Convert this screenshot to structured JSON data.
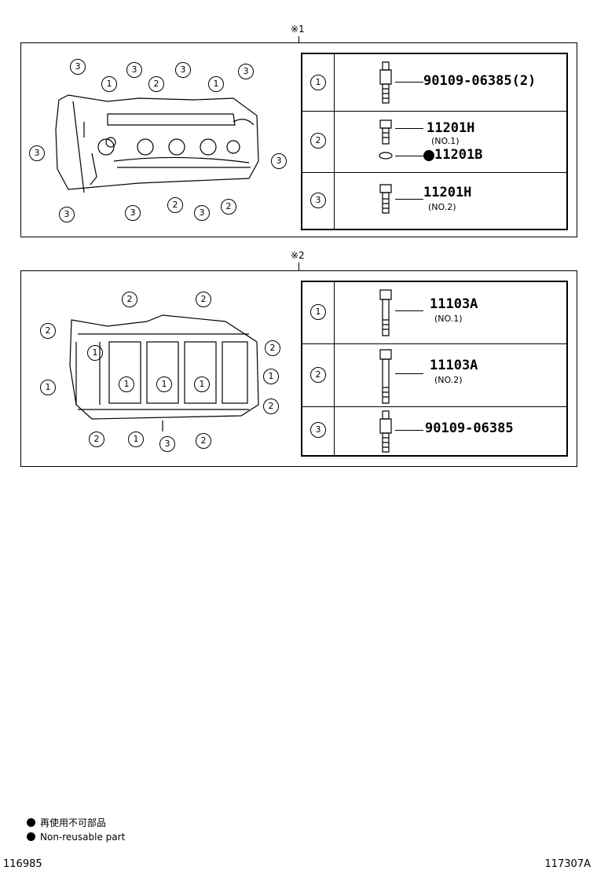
{
  "section1": {
    "mark": "※1",
    "rows": [
      {
        "num": "1",
        "part": "90109-06385(2)",
        "sub": ""
      },
      {
        "num": "2",
        "part": "11201H",
        "sub": "(NO.1)",
        "part2": "11201B"
      },
      {
        "num": "3",
        "part": "11201H",
        "sub": "(NO.2)"
      }
    ],
    "callouts": [
      "3",
      "3",
      "1",
      "2",
      "3",
      "1",
      "3",
      "3",
      "3",
      "3",
      "3",
      "2",
      "3",
      "2"
    ]
  },
  "section2": {
    "mark": "※2",
    "rows": [
      {
        "num": "1",
        "part": "11103A",
        "sub": "(NO.1)"
      },
      {
        "num": "2",
        "part": "11103A",
        "sub": "(NO.2)"
      },
      {
        "num": "3",
        "part": "90109-06385",
        "sub": ""
      }
    ],
    "callouts": [
      "2",
      "2",
      "2",
      "2",
      "1",
      "1",
      "1",
      "1",
      "1",
      "1",
      "2",
      "1",
      "3",
      "2",
      "2"
    ]
  },
  "legend": {
    "jp": "再使用不可部品",
    "en": "Non-reusable part"
  },
  "footer": {
    "left": "116985",
    "right": "117307A"
  }
}
